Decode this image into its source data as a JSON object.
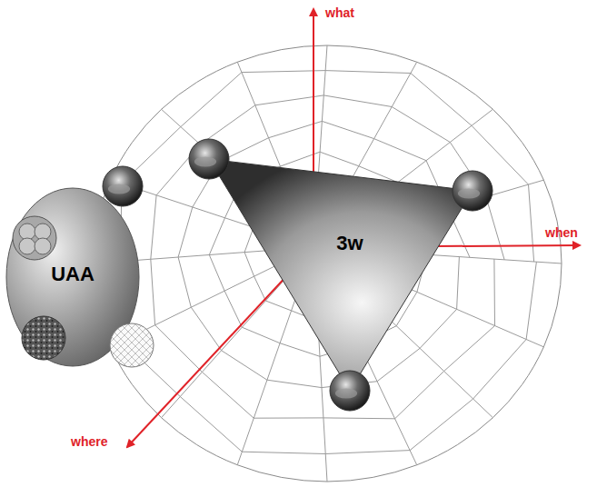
{
  "diagram": {
    "nodes": [
      {
        "text": [
          "UAA"
        ]
      },
      {
        "text": [
          "3w"
        ]
      }
    ],
    "labels": [
      "what",
      "when",
      "where"
    ]
  }
}
